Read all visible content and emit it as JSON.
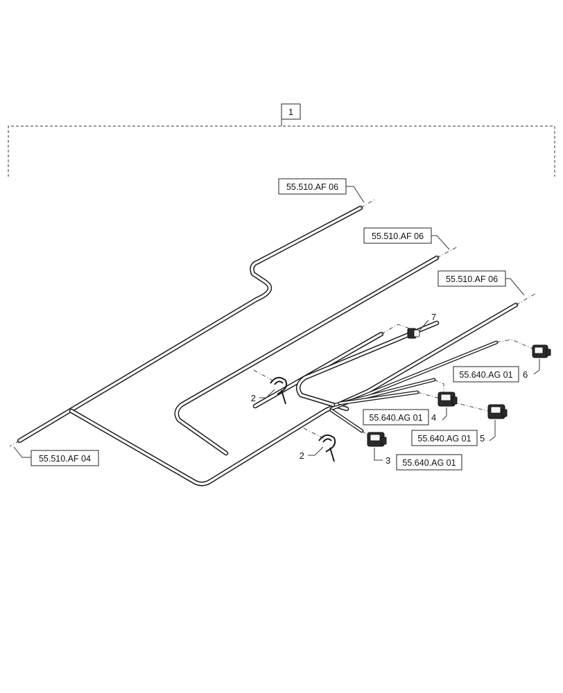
{
  "assembly": {
    "item_number": "1"
  },
  "references": {
    "af06_top": "55.510.AF 06",
    "af06_mid": "55.510.AF 06",
    "af06_right": "55.510.AF 06",
    "af04_left": "55.510.AF 04",
    "ag01_item6": "55.640.AG 01",
    "ag01_item4": "55.640.AG 01",
    "ag01_item5": "55.640.AG 01",
    "ag01_item3": "55.640.AG 01"
  },
  "callouts": {
    "item2_upper": "2",
    "item2_lower": "2",
    "item3": "3",
    "item4": "4",
    "item5": "5",
    "item6": "6",
    "item7": "7"
  },
  "colors": {
    "line": "#1a1a1a",
    "background": "#ffffff"
  }
}
